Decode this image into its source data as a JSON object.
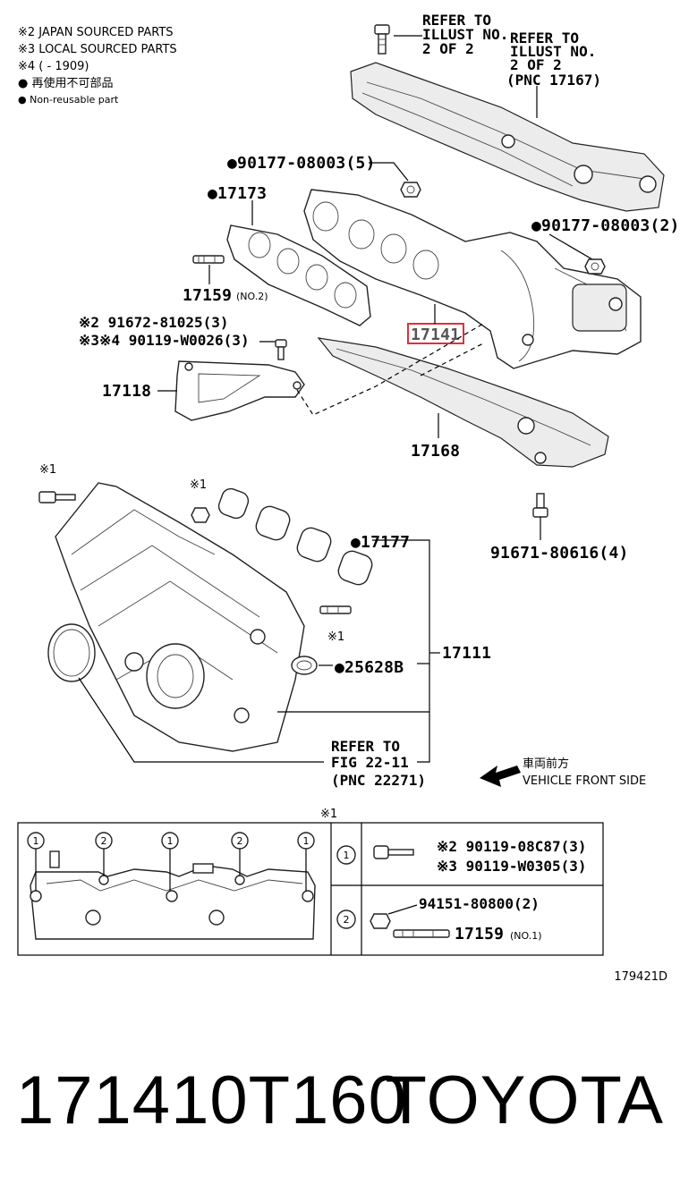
{
  "legend": {
    "japan": "※2 JAPAN SOURCED PARTS",
    "local": "※3 LOCAL SOURCED PARTS",
    "date": "※4 (        - 1909)",
    "nonreuse_jp": "● 再使用不可部品",
    "nonreuse_en": "● Non-reusable part"
  },
  "refs": {
    "illust1_line1": "REFER TO",
    "illust1_line2": "ILLUST NO.",
    "illust1_line3": "2 OF 2",
    "illust2_line1": "REFER TO",
    "illust2_line2": "ILLUST NO.",
    "illust2_line3": "2 OF 2",
    "illust2_line4": "(PNC 17167)",
    "fig_line1": "REFER TO",
    "fig_line2": "FIG 22-11",
    "fig_line3": "(PNC 22271)"
  },
  "parts": {
    "nut_top": "●90177-08003(5)",
    "gasket_17173": "●17173",
    "nut_right": "●90177-08003(2)",
    "stud_17159": "17159",
    "stud_17159_note": "(NO.2)",
    "bolt_91672": "※2 91672-81025(3)",
    "bolt_90119": "※3※4 90119-W0026(3)",
    "manifold_17141": "17141",
    "bracket_17118": "17118",
    "insulator_17168": "17168",
    "bolt_91671": "91671-80616(4)",
    "gasket_17177": "●17177",
    "intake_17111": "17111",
    "gasket_25628b": "●25628B",
    "mark_x1_a": "※1",
    "mark_x1_b": "※1",
    "mark_x1_c": "※1",
    "mark_x1_d": "※1"
  },
  "direction": {
    "jp": "車両前方",
    "en": "VEHICLE FRONT SIDE"
  },
  "table": {
    "circ": [
      "1",
      "2",
      "1",
      "2",
      "1"
    ],
    "row1_circle": "1",
    "row1_a": "※2 90119-08C87(3)",
    "row1_b": "※3 90119-W0305(3)",
    "row2_circle": "2",
    "row2_a": "94151-80800(2)",
    "row2_b": "17159",
    "row2_b_note": "(NO.1)"
  },
  "illustration_id": "179421D",
  "footer": {
    "part_number": "171410T160",
    "brand": "TOYOTA"
  },
  "colors": {
    "highlight": "#e0303a",
    "ink": "#000000"
  }
}
